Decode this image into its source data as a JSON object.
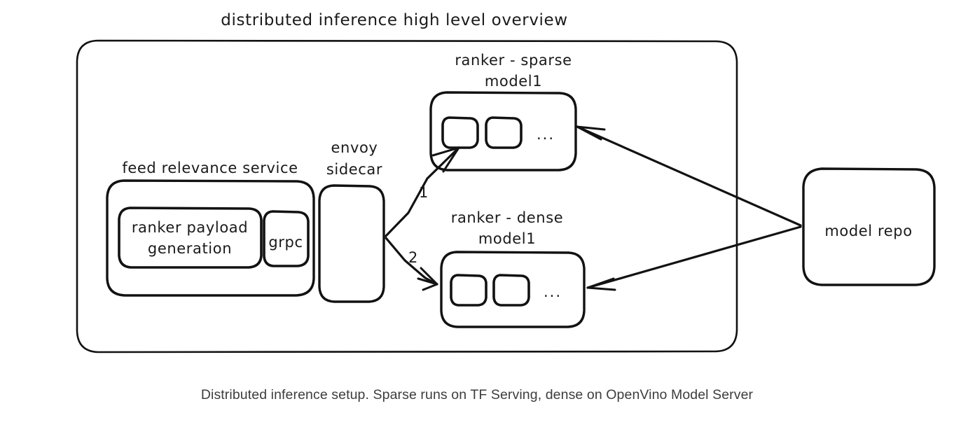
{
  "diagram": {
    "title": "distributed inference high level overview",
    "caption": "Distributed inference setup. Sparse runs on TF Serving, dense on OpenVino Model Server",
    "nodes": {
      "cluster": {
        "label": ""
      },
      "feed_service": {
        "label": "feed relevance service"
      },
      "ranker_payload": {
        "label_line1": "ranker payload",
        "label_line2": "generation"
      },
      "grpc": {
        "label": "grpc"
      },
      "envoy": {
        "label_line1": "envoy",
        "label_line2": "sidecar"
      },
      "ranker_sparse": {
        "label_line1": "ranker - sparse",
        "label_line2": "model1",
        "ellipsis": "..."
      },
      "ranker_dense": {
        "label_line1": "ranker - dense",
        "label_line2": "model1",
        "ellipsis": "..."
      },
      "model_repo": {
        "label": "model repo"
      }
    },
    "edges": [
      {
        "id": "envoy-to-sparse",
        "label": "1"
      },
      {
        "id": "envoy-to-dense",
        "label": "2"
      },
      {
        "id": "repo-to-sparse",
        "label": ""
      },
      {
        "id": "repo-to-dense",
        "label": ""
      }
    ],
    "colors": {
      "stroke": "#121212",
      "background": "#ffffff",
      "caption_text": "#3d3d3d",
      "label_text": "#1a1a1a"
    }
  }
}
